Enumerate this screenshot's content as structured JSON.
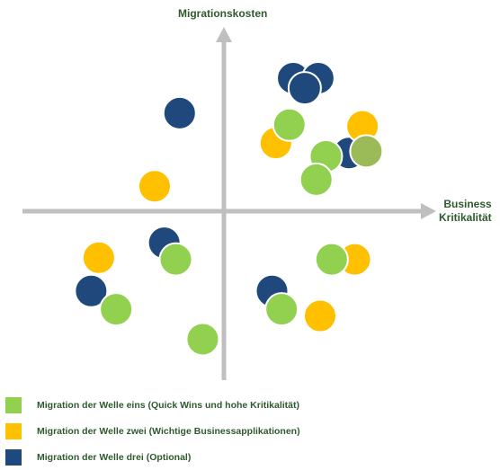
{
  "chart_data": {
    "type": "scatter",
    "title": "",
    "xlabel_lines": [
      "Business",
      "Kritikalität"
    ],
    "ylabel": "Migrationskosten",
    "xlim": [
      -10,
      10
    ],
    "ylim": [
      -10,
      10
    ],
    "grid": false,
    "legend_position": "bottom-left",
    "series": [
      {
        "name": "Migration der Welle eins (Quick Wins und hohe Kritikalität)",
        "color": "#92d050",
        "points": [
          {
            "x": 3.4,
            "y": 5.2
          },
          {
            "x": 5.3,
            "y": 3.3
          },
          {
            "x": 4.8,
            "y": 1.9
          },
          {
            "x": -2.5,
            "y": -2.9
          },
          {
            "x": 5.6,
            "y": -2.9
          },
          {
            "x": 3.0,
            "y": -5.9
          },
          {
            "x": -5.6,
            "y": -5.9
          },
          {
            "x": -1.1,
            "y": -7.7
          }
        ]
      },
      {
        "name": "Migration der Welle zwei (Wichtige Businessapplikationen)",
        "color": "#ffc000",
        "points": [
          {
            "x": 7.2,
            "y": 5.1
          },
          {
            "x": 2.7,
            "y": 4.1
          },
          {
            "x": -3.6,
            "y": 1.5
          },
          {
            "x": -6.5,
            "y": -2.8
          },
          {
            "x": 6.8,
            "y": -2.9
          },
          {
            "x": 5.0,
            "y": -6.3
          }
        ]
      },
      {
        "name": "Migration der Welle drei (Optional)",
        "color": "#1f497d",
        "points": [
          {
            "x": 3.6,
            "y": 8.0
          },
          {
            "x": 4.9,
            "y": 8.0
          },
          {
            "x": 4.2,
            "y": 7.4
          },
          {
            "x": -2.3,
            "y": 5.9
          },
          {
            "x": 6.5,
            "y": 3.5
          },
          {
            "x": -3.1,
            "y": -1.9
          },
          {
            "x": -6.9,
            "y": -4.8
          },
          {
            "x": 2.5,
            "y": -4.8
          }
        ]
      }
    ],
    "extra_points": [
      {
        "x": 7.4,
        "y": 3.6,
        "color": "#9bbb59"
      }
    ]
  },
  "legend": [
    {
      "label": "Migration der Welle eins (Quick Wins und hohe Kritikalität)",
      "color": "#92d050"
    },
    {
      "label": "Migration der Welle zwei (Wichtige Businessapplikationen)",
      "color": "#ffc000"
    },
    {
      "label": "Migration der Welle drei (Optional)",
      "color": "#1f497d"
    }
  ]
}
